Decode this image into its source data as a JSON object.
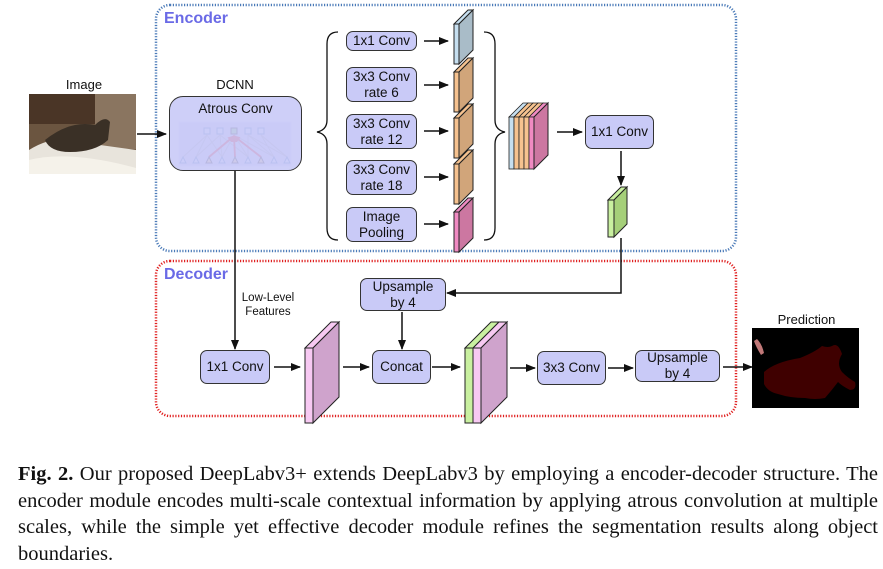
{
  "figure": {
    "input_label": "Image",
    "output_label": "Prediction",
    "encoder": {
      "title": "Encoder",
      "dcnn_label": "DCNN",
      "dcnn_box": "Atrous Conv",
      "aspp_branches": [
        {
          "line1": "1x1 Conv",
          "line2": "",
          "feature_color": "#a9bcc8",
          "feature_front": "#c6dff0"
        },
        {
          "line1": "3x3 Conv",
          "line2": "rate 6",
          "feature_color": "#d1a57a",
          "feature_front": "#f6c28f"
        },
        {
          "line1": "3x3 Conv",
          "line2": "rate 12",
          "feature_color": "#d1a57a",
          "feature_front": "#f6c28f"
        },
        {
          "line1": "3x3 Conv",
          "line2": "rate 18",
          "feature_color": "#d1a57a",
          "feature_front": "#f6c28f"
        },
        {
          "line1": "Image",
          "line2": "Pooling",
          "feature_color": "#cc77a1",
          "feature_front": "#f08ac2"
        }
      ],
      "fuse_conv": "1x1 Conv",
      "output_feature_color": "#a5cf79"
    },
    "decoder": {
      "title": "Decoder",
      "low_level_label_1": "Low-Level",
      "low_level_label_2": "Features",
      "upsample_1_line1": "Upsample",
      "upsample_1_line2": "by 4",
      "conv_1x1": "1x1 Conv",
      "concat": "Concat",
      "conv_3x3": "3x3 Conv",
      "upsample_2_line1": "Upsample",
      "upsample_2_line2": "by 4"
    },
    "colors": {
      "box_fill": "#c9caf7",
      "encoder_border": "#4a7ab8",
      "decoder_border": "#e02020",
      "section_title": "#6a6ae6",
      "lowlevel_feature": "#cfa3cc",
      "lowlevel_feature_front": "#f7c9f2",
      "prediction_bg": "#000000",
      "prediction_mask": "#3f0000",
      "prediction_mask_2": "#c07878"
    }
  },
  "caption": {
    "label": "Fig. 2.",
    "text": "Our proposed DeepLabv3+ extends DeepLabv3 by employing a encoder-decoder structure. The encoder module encodes multi-scale contextual information by applying atrous convolution at multiple scales, while the simple yet effective decoder module refines the segmentation results along object boundaries."
  }
}
